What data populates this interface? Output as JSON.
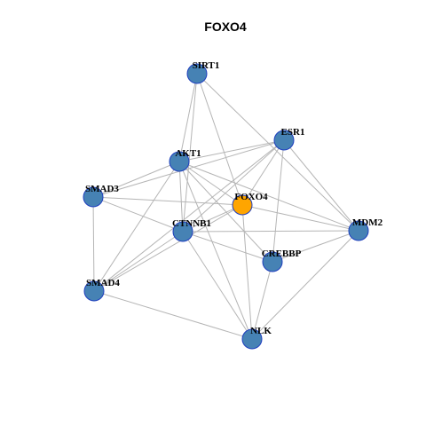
{
  "title": "FOXO4",
  "colors": {
    "node_fill": "#4682b4",
    "center_fill": "#ffa500",
    "node_border": "#1f3fbf",
    "edge": "#b5b5b5"
  },
  "nodes": [
    {
      "id": "SIRT1",
      "label": "SIRT1"
    },
    {
      "id": "ESR1",
      "label": "ESR1"
    },
    {
      "id": "AKT1",
      "label": "AKT1"
    },
    {
      "id": "SMAD3",
      "label": "SMAD3"
    },
    {
      "id": "FOXO4",
      "label": "FOXO4",
      "center": true
    },
    {
      "id": "CTNNB1",
      "label": "CTNNB1"
    },
    {
      "id": "MDM2",
      "label": "MDM2"
    },
    {
      "id": "CREBBP",
      "label": "CREBBP"
    },
    {
      "id": "SMAD4",
      "label": "SMAD4"
    },
    {
      "id": "NLK",
      "label": "NLK"
    }
  ],
  "edges": [
    [
      "SIRT1",
      "AKT1"
    ],
    [
      "SIRT1",
      "CTNNB1"
    ],
    [
      "SIRT1",
      "FOXO4"
    ],
    [
      "SIRT1",
      "MDM2"
    ],
    [
      "ESR1",
      "AKT1"
    ],
    [
      "ESR1",
      "SMAD3"
    ],
    [
      "ESR1",
      "FOXO4"
    ],
    [
      "ESR1",
      "CTNNB1"
    ],
    [
      "ESR1",
      "CREBBP"
    ],
    [
      "ESR1",
      "MDM2"
    ],
    [
      "ESR1",
      "SMAD4"
    ],
    [
      "AKT1",
      "SMAD3"
    ],
    [
      "AKT1",
      "FOXO4"
    ],
    [
      "AKT1",
      "CTNNB1"
    ],
    [
      "AKT1",
      "MDM2"
    ],
    [
      "AKT1",
      "CREBBP"
    ],
    [
      "AKT1",
      "SMAD4"
    ],
    [
      "AKT1",
      "NLK"
    ],
    [
      "SMAD3",
      "FOXO4"
    ],
    [
      "SMAD3",
      "CTNNB1"
    ],
    [
      "SMAD3",
      "SMAD4"
    ],
    [
      "FOXO4",
      "CTNNB1"
    ],
    [
      "FOXO4",
      "MDM2"
    ],
    [
      "FOXO4",
      "NLK"
    ],
    [
      "FOXO4",
      "SMAD4"
    ],
    [
      "CTNNB1",
      "MDM2"
    ],
    [
      "CTNNB1",
      "CREBBP"
    ],
    [
      "CTNNB1",
      "SMAD4"
    ],
    [
      "CTNNB1",
      "NLK"
    ],
    [
      "CREBBP",
      "NLK"
    ],
    [
      "MDM2",
      "CREBBP"
    ],
    [
      "MDM2",
      "NLK"
    ],
    [
      "SMAD4",
      "NLK"
    ]
  ]
}
